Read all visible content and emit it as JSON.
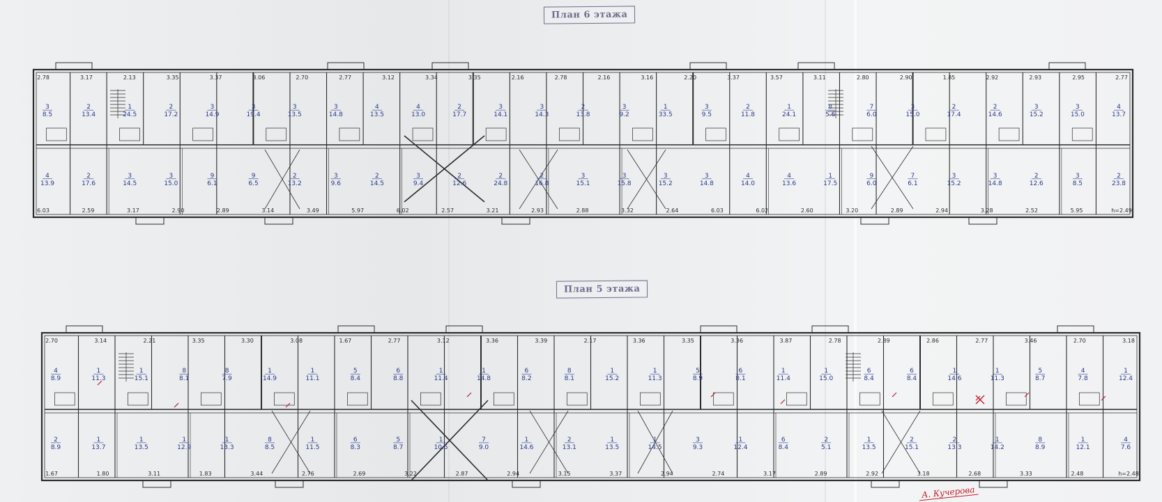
{
  "plans": [
    {
      "stamp": "План 6 этажа",
      "dims": [
        {
          "t": "2.78"
        },
        {
          "t": "3.17"
        },
        {
          "t": "2.13"
        },
        {
          "t": "3.35"
        },
        {
          "t": "3.37"
        },
        {
          "t": "3.06"
        },
        {
          "t": "2.70"
        },
        {
          "t": "2.77"
        },
        {
          "t": "3.12"
        },
        {
          "t": "3.34"
        },
        {
          "t": "3.35"
        },
        {
          "t": "2.16"
        },
        {
          "t": "2.78"
        },
        {
          "t": "2.16"
        },
        {
          "t": "3.16"
        },
        {
          "t": "2.20"
        },
        {
          "t": "3.37"
        },
        {
          "t": "3.57"
        },
        {
          "t": "3.11"
        },
        {
          "t": "2.80"
        },
        {
          "t": "2.90"
        },
        {
          "t": "1.85"
        },
        {
          "t": "2.92"
        },
        {
          "t": "2.93"
        },
        {
          "t": "2.95"
        },
        {
          "t": "2.77"
        },
        {
          "t": "6.03"
        },
        {
          "t": "2.59"
        },
        {
          "t": "3.17"
        },
        {
          "t": "2.90"
        },
        {
          "t": "2.89"
        },
        {
          "t": "3.14"
        },
        {
          "t": "3.49"
        },
        {
          "t": "5.97"
        },
        {
          "t": "6.02"
        },
        {
          "t": "2.57"
        },
        {
          "t": "3.21"
        },
        {
          "t": "2.93"
        },
        {
          "t": "2.88"
        },
        {
          "t": "3.32"
        },
        {
          "t": "2.64"
        },
        {
          "t": "6.03"
        },
        {
          "t": "6.02"
        },
        {
          "t": "2.60"
        },
        {
          "t": "3.20"
        },
        {
          "t": "2.89"
        },
        {
          "t": "2.94"
        },
        {
          "t": "3.28"
        },
        {
          "t": "2.52"
        },
        {
          "t": "5.95"
        },
        {
          "t": "h=2.49"
        }
      ],
      "rooms": [
        {
          "n": "3",
          "a": "8.5"
        },
        {
          "n": "2",
          "a": "13.4"
        },
        {
          "n": "1",
          "a": "24.5"
        },
        {
          "n": "2",
          "a": "17.2"
        },
        {
          "n": "3",
          "a": "14.9"
        },
        {
          "n": "3",
          "a": "19.4"
        },
        {
          "n": "3",
          "a": "13.5"
        },
        {
          "n": "3",
          "a": "14.8"
        },
        {
          "n": "4",
          "a": "13.5"
        },
        {
          "n": "4",
          "a": "13.0"
        },
        {
          "n": "2",
          "a": "17.7"
        },
        {
          "n": "3",
          "a": "14.1"
        },
        {
          "n": "3",
          "a": "14.3"
        },
        {
          "n": "2",
          "a": "13.8"
        },
        {
          "n": "3",
          "a": "9.2"
        },
        {
          "n": "1",
          "a": "33.5"
        },
        {
          "n": "3",
          "a": "9.5"
        },
        {
          "n": "2",
          "a": "11.8"
        },
        {
          "n": "1",
          "a": "24.1"
        },
        {
          "n": "8",
          "a": "5.6"
        },
        {
          "n": "7",
          "a": "6.0"
        },
        {
          "n": "3",
          "a": "15.0"
        },
        {
          "n": "2",
          "a": "17.4"
        },
        {
          "n": "2",
          "a": "14.6"
        },
        {
          "n": "3",
          "a": "15.2"
        },
        {
          "n": "3",
          "a": "15.0"
        },
        {
          "n": "4",
          "a": "13.7"
        },
        {
          "n": "4",
          "a": "13.9"
        },
        {
          "n": "2",
          "a": "17.6"
        },
        {
          "n": "3",
          "a": "14.5"
        },
        {
          "n": "3",
          "a": "15.0"
        },
        {
          "n": "9",
          "a": "6.1"
        },
        {
          "n": "9",
          "a": "6.5"
        },
        {
          "n": "2",
          "a": "13.2"
        },
        {
          "n": "3",
          "a": "9.6"
        },
        {
          "n": "2",
          "a": "14.5"
        },
        {
          "n": "3",
          "a": "9.4"
        },
        {
          "n": "2",
          "a": "12.6"
        },
        {
          "n": "2",
          "a": "24.8"
        },
        {
          "n": "2",
          "a": "16.8"
        },
        {
          "n": "3",
          "a": "15.1"
        },
        {
          "n": "3",
          "a": "15.8"
        },
        {
          "n": "3",
          "a": "15.2"
        },
        {
          "n": "3",
          "a": "14.8"
        },
        {
          "n": "4",
          "a": "14.0"
        },
        {
          "n": "4",
          "a": "13.6"
        },
        {
          "n": "1",
          "a": "17.5"
        },
        {
          "n": "9",
          "a": "6.0"
        },
        {
          "n": "7",
          "a": "6.1"
        },
        {
          "n": "3",
          "a": "15.2"
        },
        {
          "n": "3",
          "a": "14.8"
        },
        {
          "n": "2",
          "a": "12.6"
        },
        {
          "n": "3",
          "a": "8.5"
        },
        {
          "n": "2",
          "a": "23.8"
        }
      ]
    },
    {
      "stamp": "План 5 этажа",
      "dims": [
        {
          "t": "2.70"
        },
        {
          "t": "3.14"
        },
        {
          "t": "2.21"
        },
        {
          "t": "3.35"
        },
        {
          "t": "3.30"
        },
        {
          "t": "3.08"
        },
        {
          "t": "1.67"
        },
        {
          "t": "2.77"
        },
        {
          "t": "3.12"
        },
        {
          "t": "3.36"
        },
        {
          "t": "3.39"
        },
        {
          "t": "2.17"
        },
        {
          "t": "3.36"
        },
        {
          "t": "3.35"
        },
        {
          "t": "3.36"
        },
        {
          "t": "3.87"
        },
        {
          "t": "2.78"
        },
        {
          "t": "2.89"
        },
        {
          "t": "2.86"
        },
        {
          "t": "2.77"
        },
        {
          "t": "3.46"
        },
        {
          "t": "2.70"
        },
        {
          "t": "3.18"
        },
        {
          "t": "1.67"
        },
        {
          "t": "1.80"
        },
        {
          "t": "3.11"
        },
        {
          "t": "1.83"
        },
        {
          "t": "3.44"
        },
        {
          "t": "2.76"
        },
        {
          "t": "2.69"
        },
        {
          "t": "3.22"
        },
        {
          "t": "2.87"
        },
        {
          "t": "2.94"
        },
        {
          "t": "3.15"
        },
        {
          "t": "3.37"
        },
        {
          "t": "2.94"
        },
        {
          "t": "2.74"
        },
        {
          "t": "3.17"
        },
        {
          "t": "2.89"
        },
        {
          "t": "2.92"
        },
        {
          "t": "3.18"
        },
        {
          "t": "2.68"
        },
        {
          "t": "3.33"
        },
        {
          "t": "2.48"
        },
        {
          "t": "h=2.48"
        }
      ],
      "rooms": [
        {
          "n": "4",
          "a": "8.9"
        },
        {
          "n": "1",
          "a": "11.3"
        },
        {
          "n": "1",
          "a": "15.1"
        },
        {
          "n": "8",
          "a": "8.1"
        },
        {
          "n": "8",
          "a": "7.9"
        },
        {
          "n": "1",
          "a": "14.9"
        },
        {
          "n": "1",
          "a": "11.1"
        },
        {
          "n": "5",
          "a": "8.4"
        },
        {
          "n": "6",
          "a": "8.8"
        },
        {
          "n": "1",
          "a": "11.4"
        },
        {
          "n": "1",
          "a": "14.8"
        },
        {
          "n": "6",
          "a": "8.2"
        },
        {
          "n": "8",
          "a": "8.1"
        },
        {
          "n": "1",
          "a": "15.2"
        },
        {
          "n": "1",
          "a": "11.3"
        },
        {
          "n": "5",
          "a": "8.9"
        },
        {
          "n": "6",
          "a": "8.1"
        },
        {
          "n": "1",
          "a": "11.4"
        },
        {
          "n": "1",
          "a": "15.0"
        },
        {
          "n": "6",
          "a": "8.4"
        },
        {
          "n": "6",
          "a": "8.4"
        },
        {
          "n": "1",
          "a": "14.6"
        },
        {
          "n": "1",
          "a": "11.3"
        },
        {
          "n": "5",
          "a": "8.7"
        },
        {
          "n": "4",
          "a": "7.8"
        },
        {
          "n": "1",
          "a": "12.4"
        },
        {
          "n": "2",
          "a": "8.9"
        },
        {
          "n": "1",
          "a": "13.7"
        },
        {
          "n": "1",
          "a": "13.5"
        },
        {
          "n": "1",
          "a": "12.9"
        },
        {
          "n": "1",
          "a": "13.3"
        },
        {
          "n": "8",
          "a": "8.5"
        },
        {
          "n": "1",
          "a": "11.5"
        },
        {
          "n": "6",
          "a": "8.3"
        },
        {
          "n": "5",
          "a": "8.7"
        },
        {
          "n": "1",
          "a": "10.5"
        },
        {
          "n": "7",
          "a": "9.0"
        },
        {
          "n": "1",
          "a": "14.6"
        },
        {
          "n": "2",
          "a": "13.1"
        },
        {
          "n": "1",
          "a": "13.5"
        },
        {
          "n": "1",
          "a": "14.5"
        },
        {
          "n": "3",
          "a": "9.3"
        },
        {
          "n": "1",
          "a": "12.4"
        },
        {
          "n": "6",
          "a": "8.4"
        },
        {
          "n": "2",
          "a": "5.1"
        },
        {
          "n": "1",
          "a": "13.5"
        },
        {
          "n": "2",
          "a": "15.1"
        },
        {
          "n": "2",
          "a": "13.3"
        },
        {
          "n": "1",
          "a": "14.2"
        },
        {
          "n": "8",
          "a": "8.9"
        },
        {
          "n": "1",
          "a": "12.1"
        },
        {
          "n": "4",
          "a": "7.6"
        }
      ]
    }
  ],
  "signature": "А. Кучерова",
  "colors": {
    "paper": "#e9ebec",
    "ink": "#2b2b2b",
    "blue_ink": "#2a3a8a",
    "red_ink": "#c21d2b",
    "stamp": "#6f6b8e"
  }
}
